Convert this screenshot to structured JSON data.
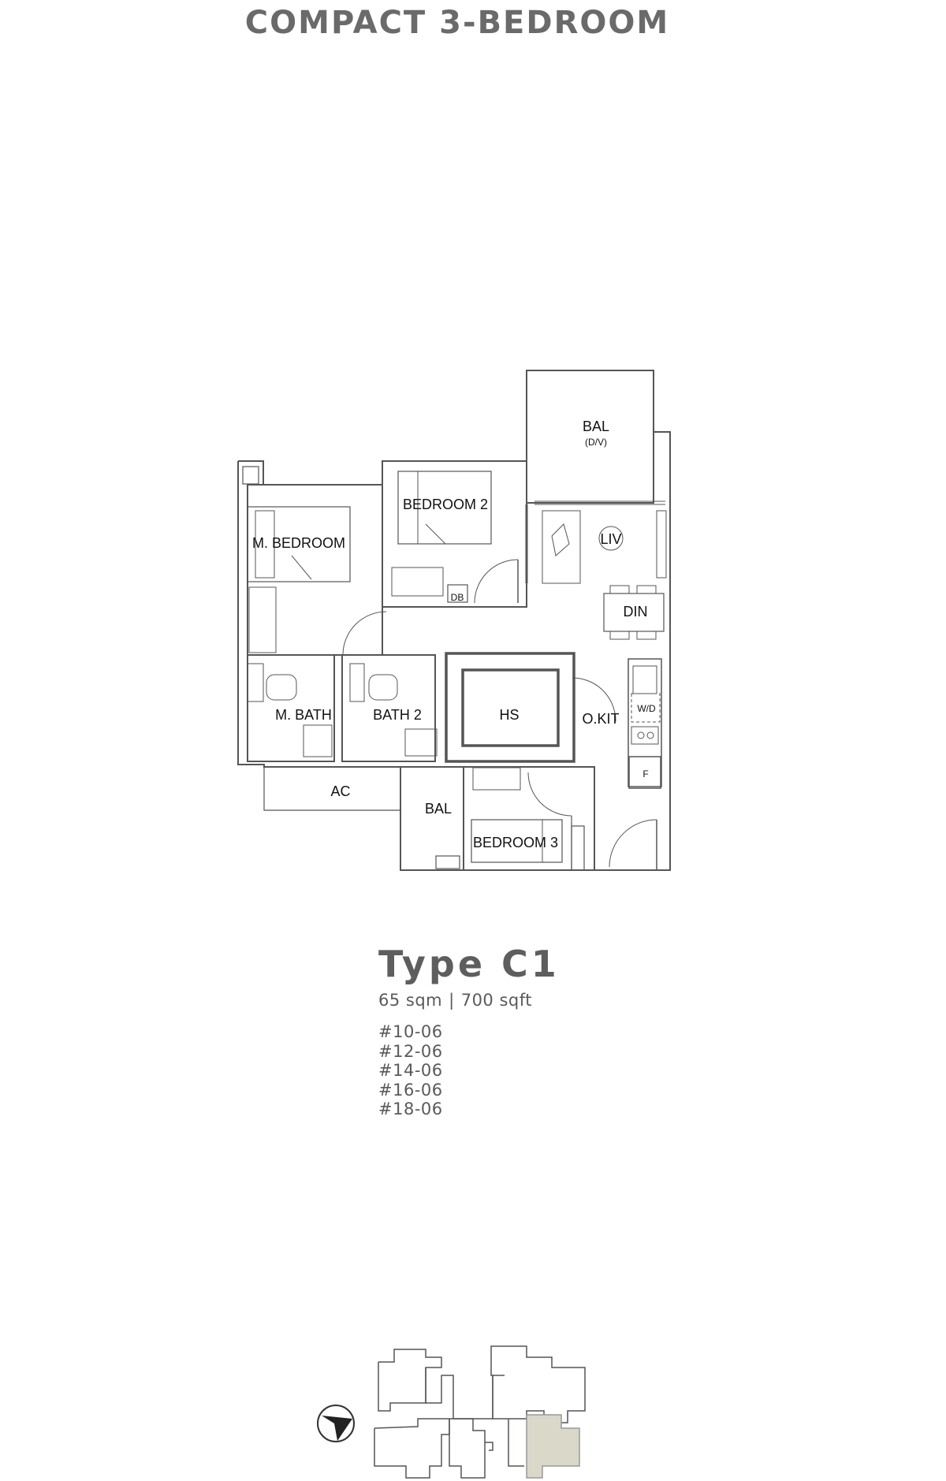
{
  "heading": "COMPACT 3-BEDROOM",
  "unit_type": "Type C1",
  "area": {
    "sqm": "65 sqm",
    "separator": "|",
    "sqft": "700 sqft"
  },
  "unit_numbers": [
    "#10-06",
    "#12-06",
    "#14-06",
    "#16-06",
    "#18-06"
  ],
  "rooms": {
    "bal_top": "BAL",
    "bal_top_sub": "(D/V)",
    "bedroom2": "BEDROOM 2",
    "m_bedroom": "M. BEDROOM",
    "liv": "LIV",
    "db": "DB",
    "din": "DIN",
    "m_bath": "M. BATH",
    "bath2": "BATH 2",
    "hs": "HS",
    "okit": "O.KIT",
    "wd": "W/D",
    "f": "F",
    "ac": "AC",
    "bal_bottom": "BAL",
    "bedroom3": "BEDROOM 3"
  },
  "colors": {
    "wall": "#555555",
    "highlight_unit": "#d9d8c9",
    "text": "#5a5a5a"
  },
  "icons": {
    "north_arrow": "north-arrow-icon"
  }
}
